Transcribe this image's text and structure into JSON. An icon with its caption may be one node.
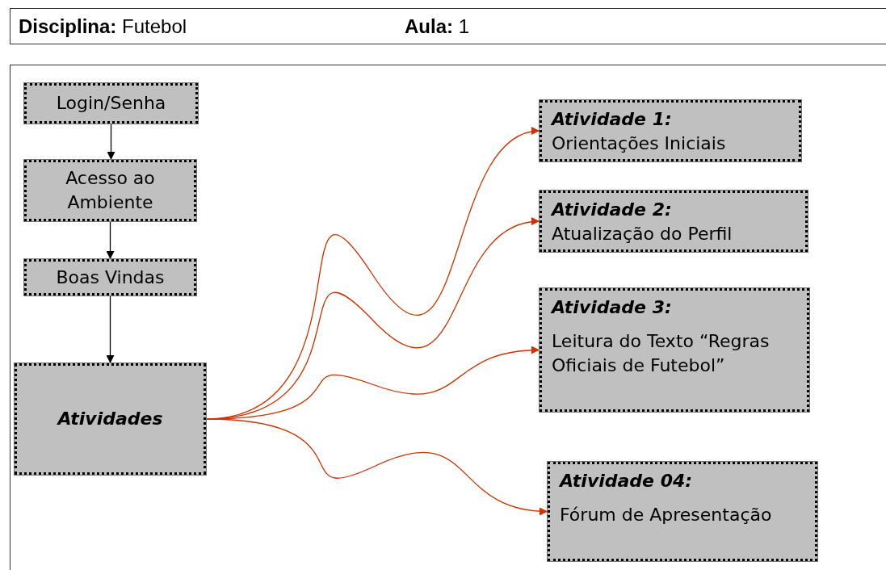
{
  "diagram": {
    "nodes": [
      {
        "text": [
          "**Disciplina:** Futebol",
          "**Aula:** 1"
        ]
      },
      {
        "text": [
          "Login/Senha"
        ]
      },
      {
        "text": [
          "Acesso ao Ambiente"
        ]
      },
      {
        "text": [
          "Boas Vindas"
        ]
      },
      {
        "text": [
          "Atividades"
        ]
      },
      {
        "text": [
          "Atividade 1:",
          "Orientações Iniciais"
        ]
      },
      {
        "text": [
          "Atividade 2:",
          "Atualização do Perfil"
        ]
      },
      {
        "text": [
          "Atividade 3:",
          "Leitura do Texto “Regras Oficiais de Futebol”"
        ]
      },
      {
        "text": [
          "Atividade 04:",
          "Fórum de Apresentação"
        ]
      }
    ],
    "edges": [
      {
        "from": 1,
        "to": 2,
        "arrow": "to",
        "color": "#000000"
      },
      {
        "from": 2,
        "to": 3,
        "arrow": "to",
        "color": "#000000"
      },
      {
        "from": 3,
        "to": 4,
        "arrow": "to",
        "color": "#000000"
      },
      {
        "from": 4,
        "to": 5,
        "arrow": "to"
      },
      {
        "from": 4,
        "to": 6,
        "arrow": "to"
      },
      {
        "from": 4,
        "to": 7,
        "arrow": "to"
      },
      {
        "from": 4,
        "to": 8,
        "arrow": "to"
      }
    ]
  }
}
